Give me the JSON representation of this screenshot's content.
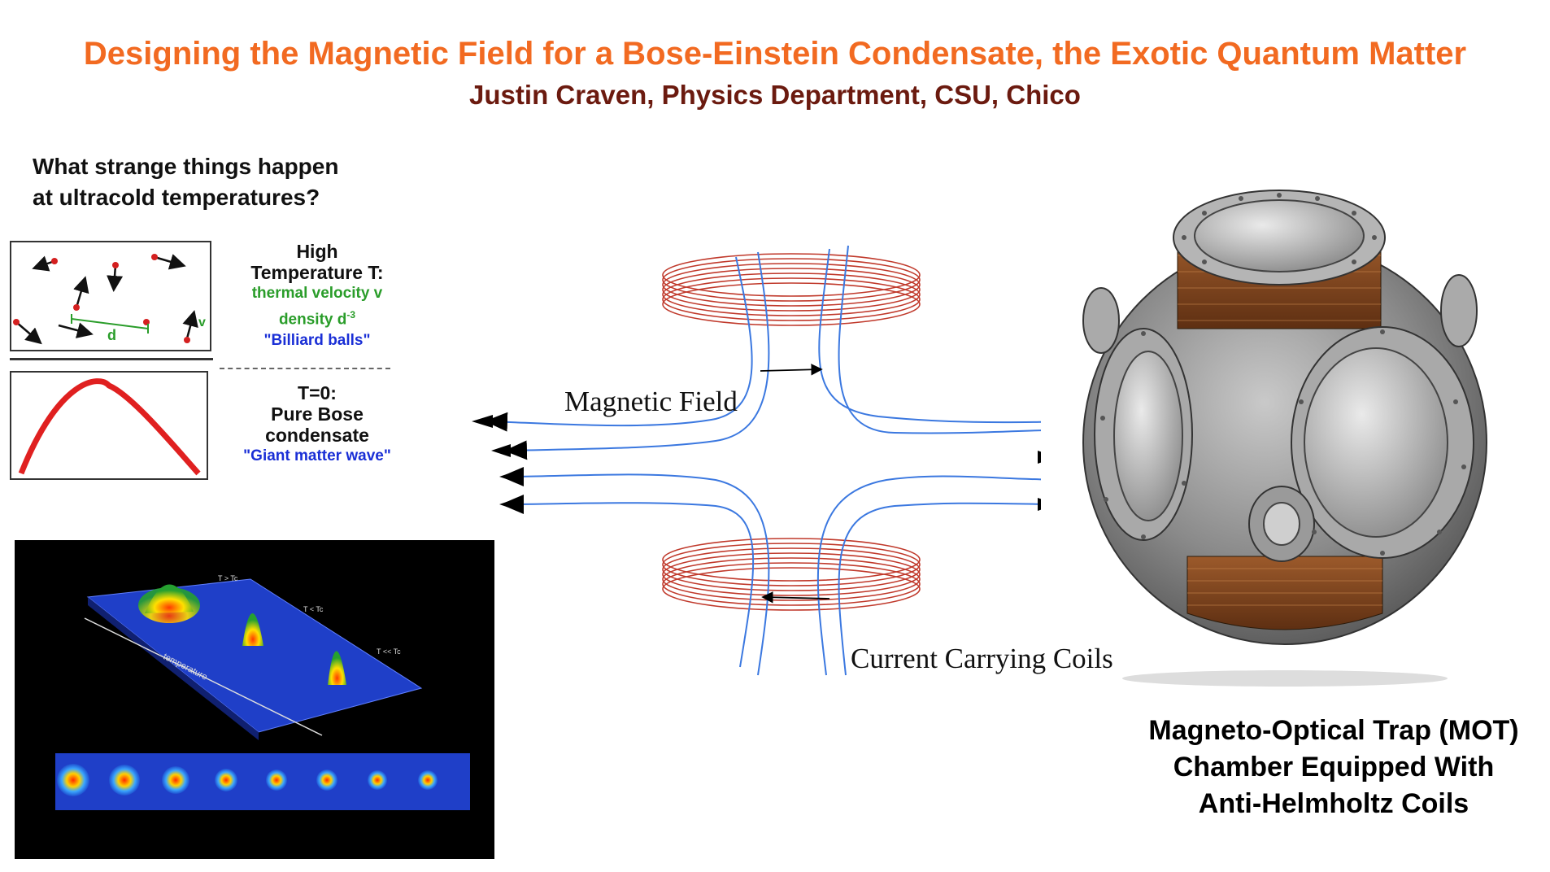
{
  "header": {
    "title": "Designing the Magnetic Field for a Bose-Einstein Condensate, the Exotic Quantum Matter",
    "author": "Justin Craven, Physics Department, CSU, Chico"
  },
  "colors": {
    "title": "#f26a21",
    "author": "#6b1a0f",
    "green_text": "#2a9d2a",
    "blue_text": "#1a2fd6",
    "field_lines": "#3b78e0",
    "coils": "#c0392b",
    "arch": "#e02020"
  },
  "left_panel": {
    "question_line1": "What strange things happen",
    "question_line2": "at ultracold temperatures?",
    "high_t": {
      "line1": "High",
      "line2": "Temperature T:",
      "velocity": "thermal velocity v",
      "density": "density d",
      "density_exp": "-3",
      "billiard": "\"Billiard balls\"",
      "label_d": "d",
      "label_v": "v"
    },
    "zero_t": {
      "line1": "T=0:",
      "line2": "Pure Bose",
      "line3": "condensate",
      "wave": "\"Giant matter wave\""
    }
  },
  "condensate_plot": {
    "axis_label": "temperature",
    "peak_labels": [
      "T > Tc",
      "T < Tc",
      "T << Tc"
    ]
  },
  "field_diagram": {
    "magnetic_field_label": "Magnetic Field",
    "coils_label": "Current Carrying Coils"
  },
  "mot": {
    "caption_line1": "Magneto-Optical Trap (MOT)",
    "caption_line2": "Chamber Equipped With",
    "caption_line3": "Anti-Helmholtz Coils"
  }
}
